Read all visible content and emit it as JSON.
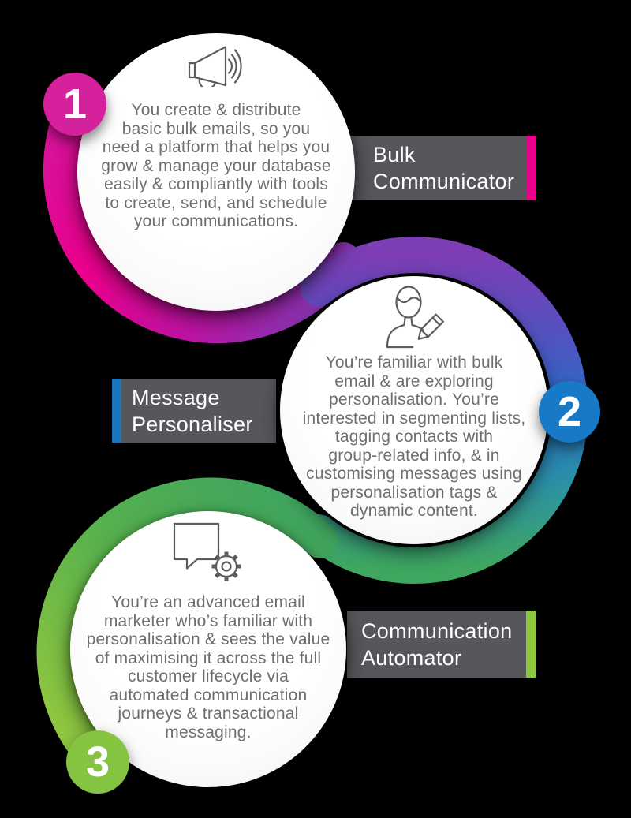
{
  "colors": {
    "background": "#000000",
    "body_text": "#6D6E71",
    "label_bg": "#56575B",
    "label_text": "#FFFFFF",
    "icon_stroke": "#5B5C60",
    "badge1": "#D5219B",
    "badge2": "#1879C6",
    "badge3": "#85C440",
    "bar1": "#EC008C",
    "bar2": "#1B75BC",
    "bar3": "#8DC63F",
    "ribbon1_start": "#D8119A",
    "ribbon1_mid": "#EC008C",
    "ribbon1_late": "#BB14A4",
    "ribbon1_end": "#8733AE",
    "ribbon2_start": "#7C3DB5",
    "ribbon2_indigo": "#4E55C2",
    "ribbon2_blue": "#2470C4",
    "ribbon2_teal": "#2C91A5",
    "ribbon2_end": "#3FA75F",
    "ribbon3_start": "#3EA45F",
    "ribbon3_mid": "#58B24D",
    "ribbon3_end": "#8EC63F"
  },
  "steps": [
    {
      "number": "1",
      "label": "Bulk\nCommunicator",
      "icon": "megaphone-icon",
      "description": "You create & distribute\nbasic bulk emails, so you\nneed a platform that helps you\ngrow & manage your database\neasily & compliantly with tools\nto create, send, and schedule\nyour communications."
    },
    {
      "number": "2",
      "label": "Message\nPersonaliser",
      "icon": "person-pencil-icon",
      "description": "You’re familiar with bulk\nemail & are exploring\npersonalisation. You’re\ninterested in segmenting lists,\ntagging contacts with\ngroup-related info, & in\ncustomising messages using\npersonalisation tags &\ndynamic content."
    },
    {
      "number": "3",
      "label": "Communication\nAutomator",
      "icon": "speech-bubble-gear-icon",
      "description": "You’re an advanced email\nmarketer who’s familiar with\npersonalisation & sees the value\nof maximising it across the full\ncustomer lifecycle via\nautomated communication\njourneys & transactional\nmessaging."
    }
  ]
}
